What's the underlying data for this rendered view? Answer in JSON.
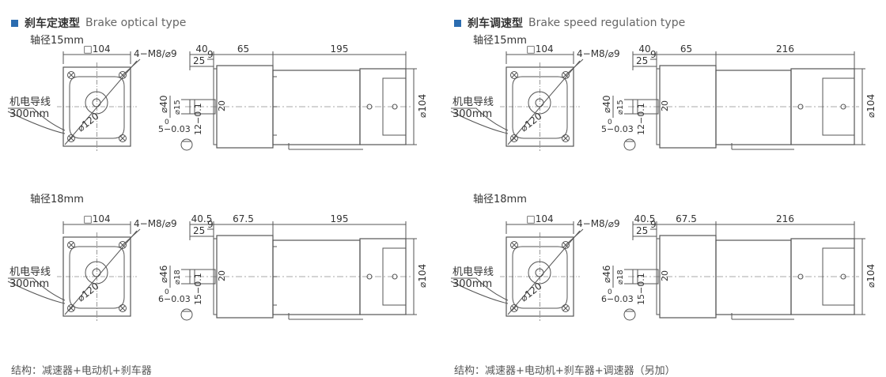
{
  "accent": "#2b6cb0",
  "line_color": "#555555",
  "panels": [
    {
      "title_cn": "刹车定速型",
      "title_en": "Brake optical type",
      "structure": "结构：减速器+电动机+刹车器",
      "drawings": [
        {
          "shaft_label": "轴径15mm",
          "square": "□104",
          "holes": "4−M8/⌀9",
          "d1": "40",
          "d2": "65",
          "d3": "195",
          "d4": "25",
          "d5": "9",
          "circle": "⌀120",
          "shaft_dia": "⌀40",
          "shaft_small": "⌀15",
          "n20": "20",
          "key": "5−0.03",
          "key_top": "0",
          "key_h": "12−0.1",
          "height": "⌀104",
          "lead": "机电导线",
          "lead_len": "300mm"
        },
        {
          "shaft_label": "轴径18mm",
          "square": "□104",
          "holes": "4−M8/⌀9",
          "d1": "40.5",
          "d2": "67.5",
          "d3": "195",
          "d4": "25",
          "d5": "9",
          "circle": "⌀120",
          "shaft_dia": "⌀46",
          "shaft_small": "⌀18",
          "n20": "20",
          "key": "6−0.03",
          "key_top": "0",
          "key_h": "15−0.1",
          "height": "⌀104",
          "lead": "机电导线",
          "lead_len": "300mm"
        }
      ]
    },
    {
      "title_cn": "刹车调速型",
      "title_en": "Brake speed regulation type",
      "structure": "结构：减速器+电动机+刹车器+调速器（另加）",
      "drawings": [
        {
          "shaft_label": "轴径15mm",
          "square": "□104",
          "holes": "4−M8/⌀9",
          "d1": "40",
          "d2": "65",
          "d3": "216",
          "d4": "25",
          "d5": "9",
          "circle": "⌀120",
          "shaft_dia": "⌀40",
          "shaft_small": "⌀15",
          "n20": "20",
          "key": "5−0.03",
          "key_top": "0",
          "key_h": "12−0.1",
          "height": "⌀104",
          "lead": "机电导线",
          "lead_len": "300mm"
        },
        {
          "shaft_label": "轴径18mm",
          "square": "□104",
          "holes": "4−M8/⌀9",
          "d1": "40.5",
          "d2": "67.5",
          "d3": "216",
          "d4": "25",
          "d5": "9",
          "circle": "⌀120",
          "shaft_dia": "⌀46",
          "shaft_small": "⌀18",
          "n20": "20",
          "key": "6−0.03",
          "key_top": "0",
          "key_h": "15−0.1",
          "height": "⌀104",
          "lead": "机电导线",
          "lead_len": "300mm"
        }
      ]
    }
  ]
}
